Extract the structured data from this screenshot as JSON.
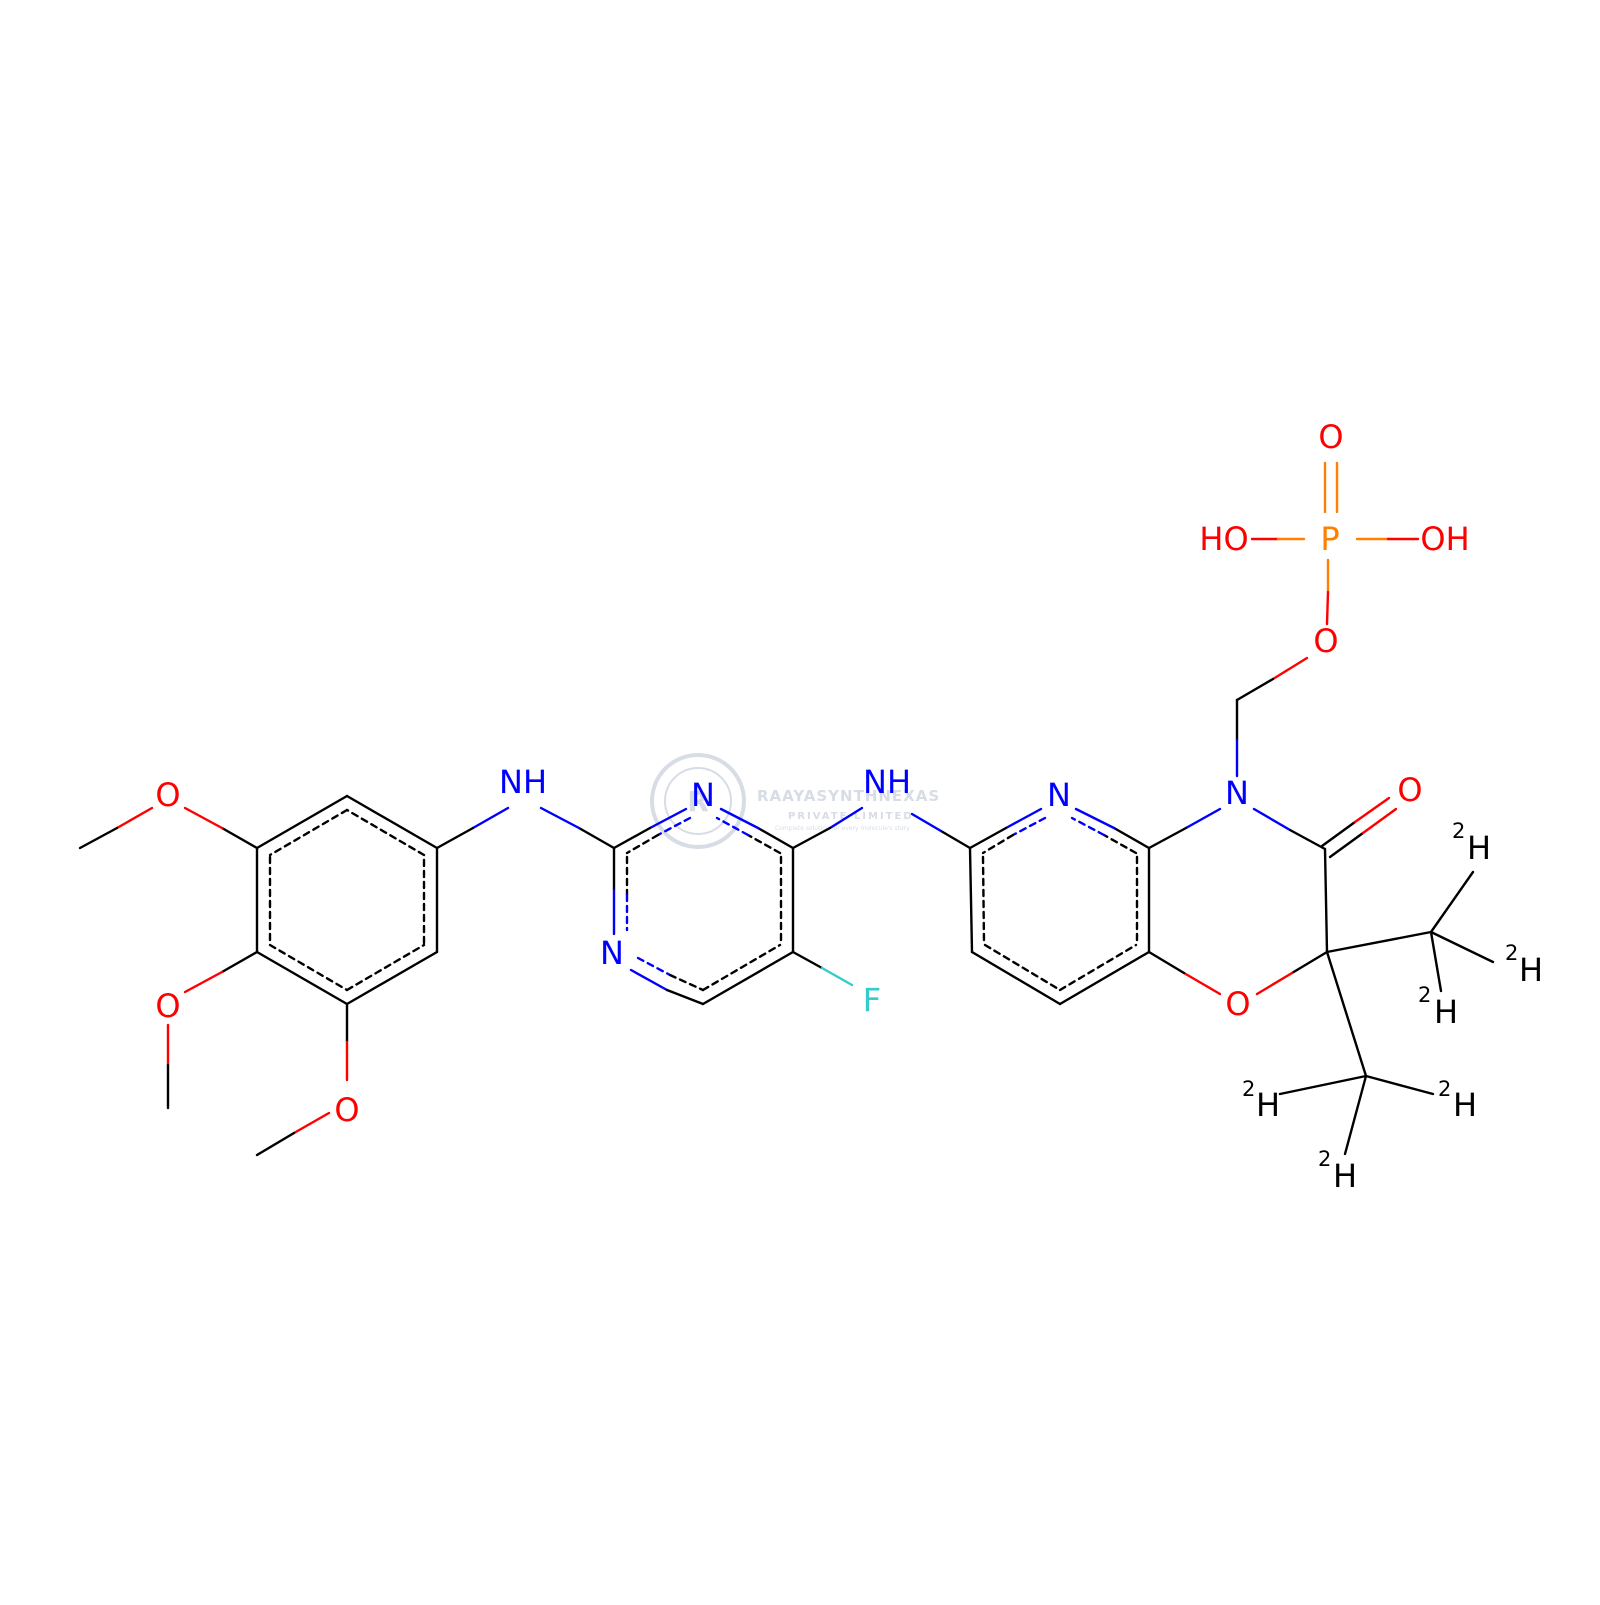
{
  "colors": {
    "carbon": "#000000",
    "nitrogen": "#0000ff",
    "oxygen": "#ff0000",
    "phosphorus": "#ff8000",
    "fluorine": "#33cccc",
    "watermark": "#b8c0d0",
    "background": "#ffffff"
  },
  "watermark": {
    "title": "RAAYASYNTHNEXAS",
    "subtitle": "PRIVATE LIMITED",
    "tagline": "Complete solution for every molecule's story"
  },
  "labels": {
    "O_top": "O",
    "HO_left": "HO",
    "P": "P",
    "OH_right": "OH",
    "O_link": "O",
    "N_ring": "N",
    "O_carbonyl": "O",
    "N_pyridine": "N",
    "NH_right": "NH",
    "N_pyrimidine_top": "N",
    "N_pyrimidine_bottom": "N",
    "F": "F",
    "NH_left": "NH",
    "O_ring": "O",
    "O_methoxy_top": "O",
    "O_methoxy_mid": "O",
    "O_methoxy_bottom": "O",
    "D1": "H",
    "D2": "H",
    "D3": "H",
    "D4": "H",
    "D5": "H",
    "D6": "H",
    "isotope": "2"
  }
}
